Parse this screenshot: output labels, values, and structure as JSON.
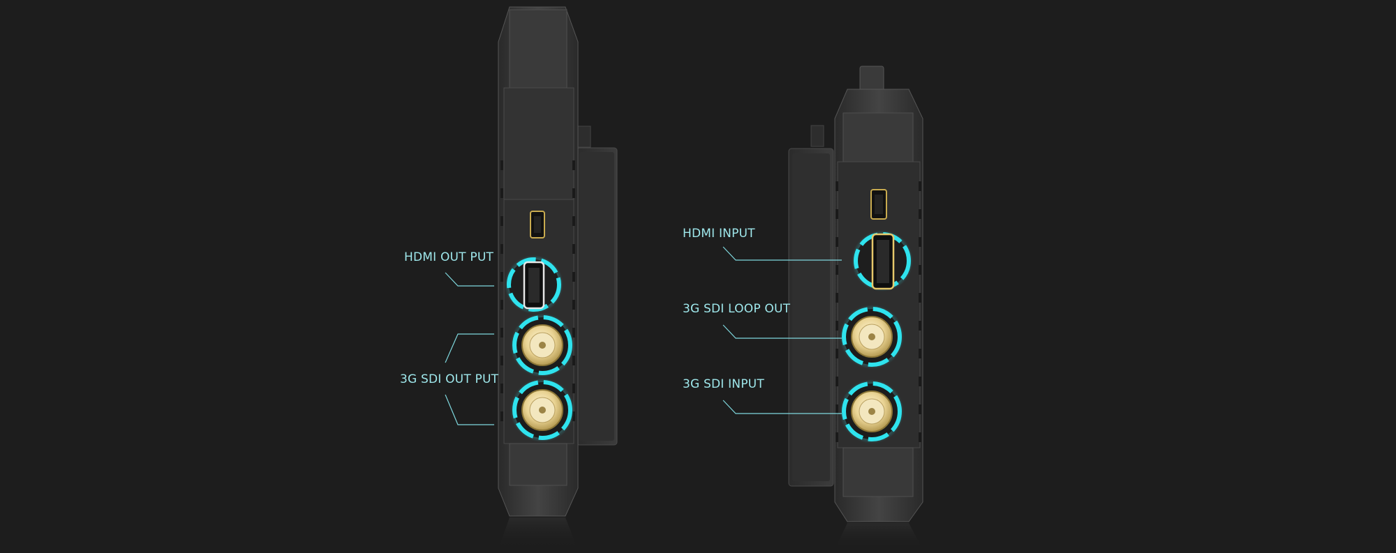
{
  "labels": {
    "hdmi_output": "HDMI OUT PUT",
    "sdi_output": "3G SDI OUT PUT",
    "hdmi_input": "HDMI INPUT",
    "sdi_loop_out": "3G SDI LOOP OUT",
    "sdi_input": "3G SDI INPUT"
  },
  "colors": {
    "background": "#1d1d1d",
    "accent_glow": "#2fe3ee",
    "label_text": "#9fe8ec",
    "connector_gold": "#e6d39a",
    "device_body": "#3a3a3a"
  }
}
